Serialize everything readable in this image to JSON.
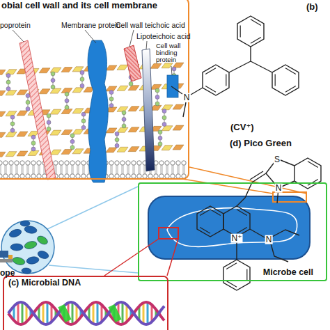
{
  "diagram": {
    "nodes": [
      {
        "text": [
          "obial cell wall and its cell membrane"
        ]
      },
      {
        "text": [
          "Microbe cell"
        ]
      },
      {
        "text": [
          "(c) Microbial DNA"
        ]
      }
    ],
    "labels": [
      "poprotein",
      "Membrane protein",
      "Cell wall teichoic acid",
      "Lipoteichoic acid",
      "Cell wall binding protein",
      "(b)",
      "N",
      "(CV⁺)",
      "(d) Pico Green",
      "S",
      "N",
      "N⁺",
      "N",
      "ope"
    ]
  }
}
